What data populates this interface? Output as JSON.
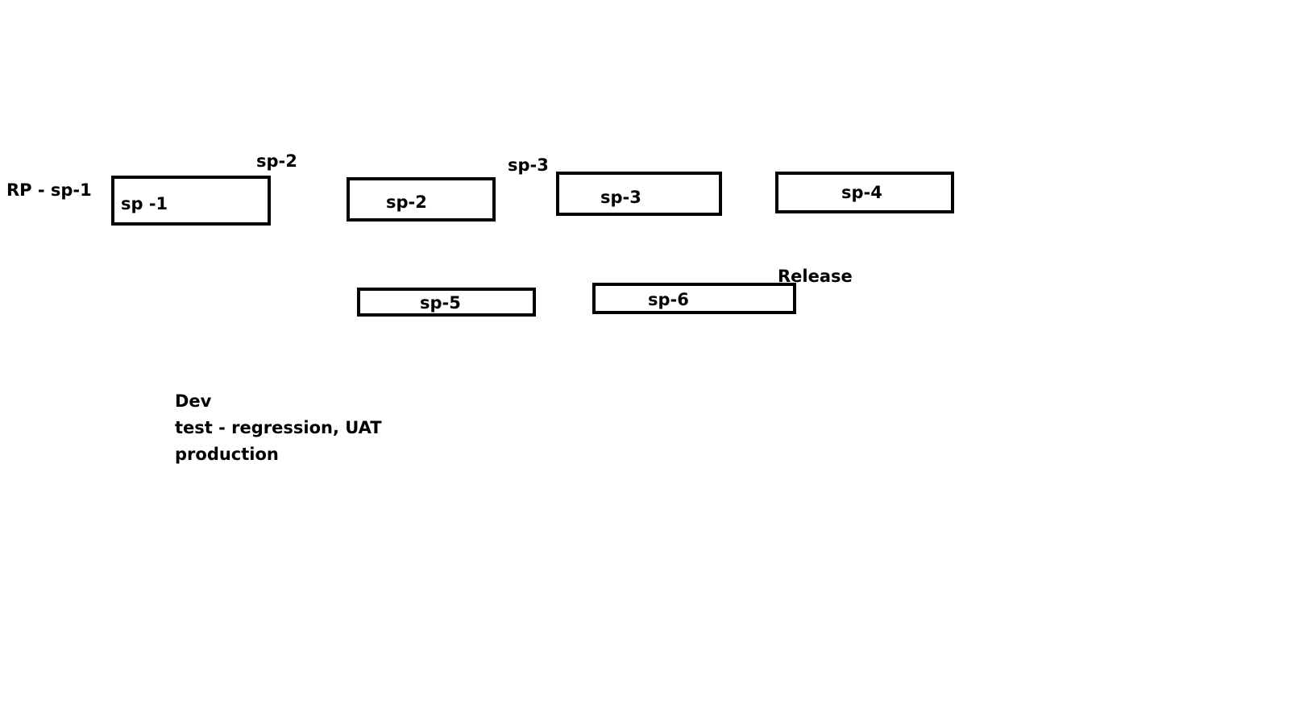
{
  "labels": {
    "rp_sp1": "RP - sp-1",
    "sp2_above": "sp-2",
    "sp3_above": "sp-3",
    "release": "Release"
  },
  "boxes": {
    "sp1": "sp -1",
    "sp2": "sp-2",
    "sp3": "sp-3",
    "sp4": "sp-4",
    "sp5": "sp-5",
    "sp6": "sp-6"
  },
  "notes": {
    "line1": "Dev",
    "line2": "test - regression, UAT",
    "line3": "production"
  }
}
